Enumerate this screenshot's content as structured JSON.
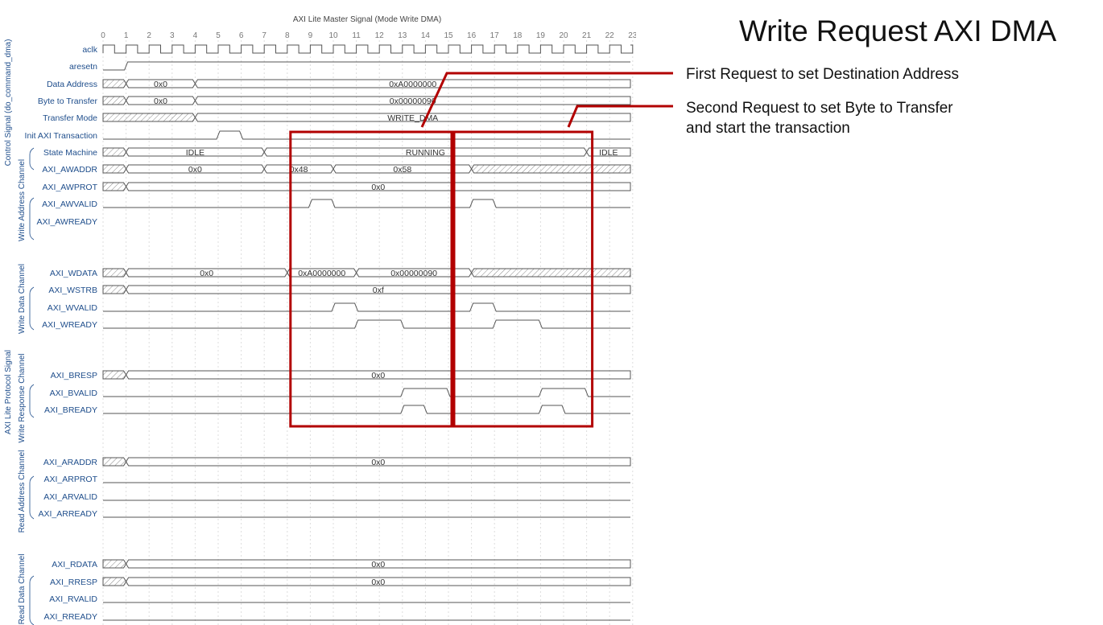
{
  "diagram": {
    "title": "AXI Lite Master Signal (Mode Write DMA)",
    "big_title": "Write Request AXI DMA",
    "annotations": [
      {
        "lines": [
          "First Request to set Destination Address"
        ]
      },
      {
        "lines": [
          "Second Request to set Byte to Transfer",
          "and start the transaction"
        ]
      }
    ],
    "colors": {
      "signal_label": "#1f4e8c",
      "wave": "#555555",
      "highlight": "#b20000",
      "hatch": "#888888"
    },
    "clock_cycles": [
      "0",
      "1",
      "2",
      "3",
      "4",
      "5",
      "6",
      "7",
      "8",
      "9",
      "10",
      "11",
      "12",
      "13",
      "14",
      "15",
      "16",
      "17",
      "18",
      "19",
      "20",
      "21",
      "22",
      "23"
    ],
    "groups": [
      {
        "label": "Control Signal (do_command_dma)"
      },
      {
        "label": "Write Address Channel"
      },
      {
        "label": "Write Data Channel"
      },
      {
        "label": "Write Response Channel"
      },
      {
        "label": "AXI Lite Protocol Signal"
      },
      {
        "label": "Read Address Channel"
      },
      {
        "label": "Read Data Channel"
      }
    ],
    "signals": [
      {
        "name": "aclk",
        "kind": "clock"
      },
      {
        "name": "aresetn",
        "kind": "bit",
        "edges": [
          1
        ],
        "init": 0
      },
      {
        "name": "Data Address",
        "kind": "bus",
        "segments": [
          {
            "from": 0,
            "to": 1,
            "v": null
          },
          {
            "from": 1,
            "to": 4,
            "v": "0x0"
          },
          {
            "from": 4,
            "to": 23.5,
            "v": "0xA0000000"
          }
        ]
      },
      {
        "name": "Byte to Transfer",
        "kind": "bus",
        "segments": [
          {
            "from": 0,
            "to": 1,
            "v": null
          },
          {
            "from": 1,
            "to": 4,
            "v": "0x0"
          },
          {
            "from": 4,
            "to": 23.5,
            "v": "0x00000090"
          }
        ]
      },
      {
        "name": "Transfer Mode",
        "kind": "bus",
        "segments": [
          {
            "from": 0,
            "to": 4,
            "v": null
          },
          {
            "from": 4,
            "to": 23.5,
            "v": "WRITE_DMA"
          }
        ]
      },
      {
        "name": "Init AXI Transaction",
        "kind": "bit",
        "edges": [
          5,
          6
        ],
        "init": 0
      },
      {
        "name": "State Machine",
        "kind": "bus",
        "segments": [
          {
            "from": 0,
            "to": 1,
            "v": null
          },
          {
            "from": 1,
            "to": 7,
            "v": "IDLE"
          },
          {
            "from": 7,
            "to": 21,
            "v": "RUNNING"
          },
          {
            "from": 21,
            "to": 23.5,
            "v": "IDLE"
          }
        ]
      },
      {
        "name": "AXI_AWADDR",
        "kind": "bus",
        "segments": [
          {
            "from": 0,
            "to": 1,
            "v": null
          },
          {
            "from": 1,
            "to": 7,
            "v": "0x0"
          },
          {
            "from": 7,
            "to": 10,
            "v": "0x48"
          },
          {
            "from": 10,
            "to": 16,
            "v": "0x58"
          },
          {
            "from": 16,
            "to": 23.5,
            "v": null
          }
        ]
      },
      {
        "name": "AXI_AWPROT",
        "kind": "bus",
        "segments": [
          {
            "from": 0,
            "to": 1,
            "v": null
          },
          {
            "from": 1,
            "to": 23.5,
            "v": "0x0"
          }
        ]
      },
      {
        "name": "AXI_AWVALID",
        "kind": "bit",
        "edges": [
          9,
          10,
          16,
          17
        ],
        "init": 0
      },
      {
        "name": "AXI_AWREADY",
        "kind": "none"
      },
      {
        "name": "AXI_WDATA",
        "kind": "bus",
        "segments": [
          {
            "from": 0,
            "to": 1,
            "v": null
          },
          {
            "from": 1,
            "to": 8,
            "v": "0x0"
          },
          {
            "from": 8,
            "to": 11,
            "v": "0xA0000000"
          },
          {
            "from": 11,
            "to": 16,
            "v": "0x00000090"
          },
          {
            "from": 16,
            "to": 23.5,
            "v": null
          }
        ]
      },
      {
        "name": "AXI_WSTRB",
        "kind": "bus",
        "segments": [
          {
            "from": 0,
            "to": 1,
            "v": null
          },
          {
            "from": 1,
            "to": 23.5,
            "v": "0xf"
          }
        ]
      },
      {
        "name": "AXI_WVALID",
        "kind": "bit",
        "edges": [
          10,
          11,
          16,
          17
        ],
        "init": 0
      },
      {
        "name": "AXI_WREADY",
        "kind": "bit",
        "edges": [
          11,
          13,
          17,
          19
        ],
        "init": 0
      },
      {
        "name": "AXI_BRESP",
        "kind": "bus",
        "segments": [
          {
            "from": 0,
            "to": 1,
            "v": null
          },
          {
            "from": 1,
            "to": 23.5,
            "v": "0x0"
          }
        ]
      },
      {
        "name": "AXI_BVALID",
        "kind": "bit",
        "edges": [
          13,
          15,
          19,
          21
        ],
        "init": 0
      },
      {
        "name": "AXI_BREADY",
        "kind": "bit",
        "edges": [
          13,
          14,
          19,
          20
        ],
        "init": 0
      },
      {
        "name": "AXI_ARADDR",
        "kind": "bus",
        "segments": [
          {
            "from": 0,
            "to": 1,
            "v": null
          },
          {
            "from": 1,
            "to": 23.5,
            "v": "0x0"
          }
        ]
      },
      {
        "name": "AXI_ARPROT",
        "kind": "bit",
        "edges": [],
        "init": 0
      },
      {
        "name": "AXI_ARVALID",
        "kind": "bit",
        "edges": [],
        "init": 0
      },
      {
        "name": "AXI_ARREADY",
        "kind": "bit",
        "edges": [],
        "init": 0
      },
      {
        "name": "AXI_RDATA",
        "kind": "bus",
        "segments": [
          {
            "from": 0,
            "to": 1,
            "v": null
          },
          {
            "from": 1,
            "to": 23.5,
            "v": "0x0"
          }
        ]
      },
      {
        "name": "AXI_RRESP",
        "kind": "bus",
        "segments": [
          {
            "from": 0,
            "to": 1,
            "v": null
          },
          {
            "from": 1,
            "to": 23.5,
            "v": "0x0"
          }
        ]
      },
      {
        "name": "AXI_RVALID",
        "kind": "bit",
        "edges": [],
        "init": 0
      },
      {
        "name": "AXI_RREADY",
        "kind": "bit",
        "edges": [],
        "init": 0
      }
    ],
    "highlights": [
      {
        "name": "first-request",
        "from": 8,
        "to": 15
      },
      {
        "name": "second-request",
        "from": 15,
        "to": 21
      }
    ]
  }
}
